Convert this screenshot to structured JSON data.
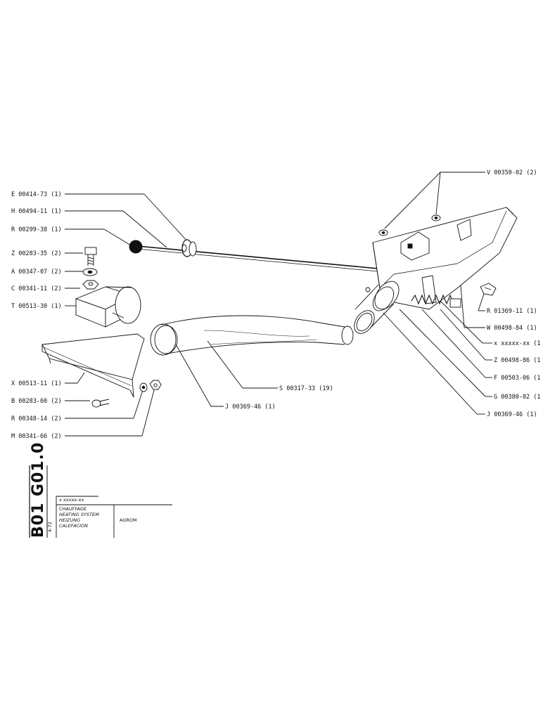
{
  "labels_left": [
    {
      "id": "e",
      "text": "E 00414-73 (1)"
    },
    {
      "id": "h",
      "text": "H 00494-11 (1)"
    },
    {
      "id": "r1",
      "text": "R 00299-38 (1)"
    },
    {
      "id": "z1",
      "text": "Z 00283-35 (2)"
    },
    {
      "id": "a",
      "text": "A 00347-07 (2)"
    },
    {
      "id": "c",
      "text": "C 00341-11 (2)"
    },
    {
      "id": "t",
      "text": "T 00513-30 (1)"
    },
    {
      "id": "x",
      "text": "X 00513-11 (1)"
    },
    {
      "id": "b",
      "text": "B 00283-60 (2)"
    },
    {
      "id": "r2",
      "text": "R 00348-14 (2)"
    },
    {
      "id": "m",
      "text": "M 00341-66 (2)"
    }
  ],
  "labels_right": [
    {
      "id": "v",
      "text": "V 00350-02 (2)"
    },
    {
      "id": "r3",
      "text": "R 01369-11 (1)"
    },
    {
      "id": "w",
      "text": "W 00498-84 (1)"
    },
    {
      "id": "k",
      "text": "x xxxxx-xx (1"
    },
    {
      "id": "z2",
      "text": "Z 00498-86 (1"
    },
    {
      "id": "f",
      "text": "F 00503-06 (1"
    },
    {
      "id": "g",
      "text": "G 00380-02 (1"
    },
    {
      "id": "j2",
      "text": "J 00369-46 (1)"
    }
  ],
  "labels_center": [
    {
      "id": "s",
      "text": "S 00317-33 (19)"
    },
    {
      "id": "j1",
      "text": "J 00369-46 (1)"
    }
  ],
  "title_block": {
    "section_code": "B01 G01.0",
    "date": "4-72",
    "ref": "x xxxxx-xx",
    "title_fr": "CHAUFFAGE",
    "title_en": "HEATING SYSTEM",
    "title_de": "HEIZUNG",
    "title_es": "CALEFACION",
    "model": "AGROM"
  }
}
